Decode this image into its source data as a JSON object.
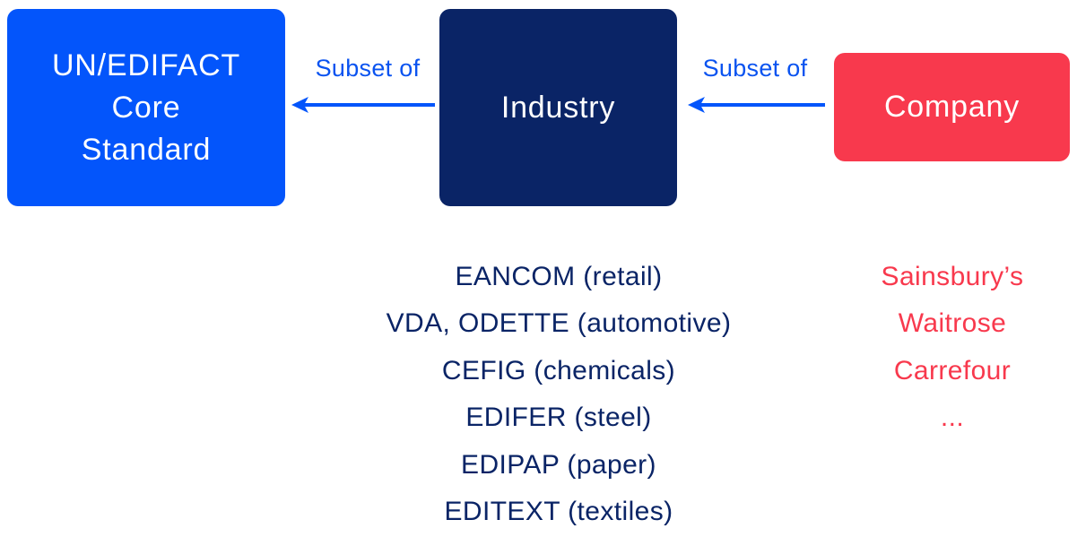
{
  "colors": {
    "primary_blue": "#0355FB",
    "navy": "#0A2466",
    "red": "#F8394D",
    "label_blue": "#0A53F0",
    "node_text": "#FFFFFF",
    "background": "#FFFFFF"
  },
  "nodes": {
    "core_standard": {
      "lines": [
        "UN/EDIFACT",
        "Core",
        "Standard"
      ]
    },
    "industry": {
      "label": "Industry"
    },
    "company": {
      "label": "Company"
    }
  },
  "arrows": [
    {
      "from": "industry",
      "to": "core_standard",
      "label": "Subset of",
      "direction": "left"
    },
    {
      "from": "company",
      "to": "industry",
      "label": "Subset of",
      "direction": "left"
    }
  ],
  "lists": {
    "industry_examples": {
      "items": [
        "EANCOM (retail)",
        "VDA, ODETTE (automotive)",
        "CEFIG (chemicals)",
        "EDIFER (steel)",
        "EDIPAP (paper)",
        "EDITEXT (textiles)"
      ]
    },
    "company_examples": {
      "items": [
        "Sainsbury’s",
        "Waitrose",
        "Carrefour",
        "..."
      ]
    }
  }
}
